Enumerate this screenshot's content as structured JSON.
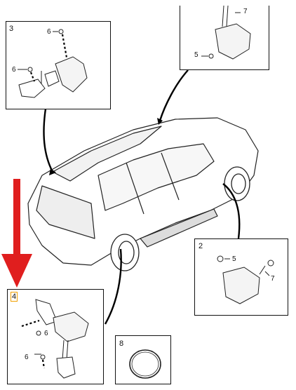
{
  "panels": {
    "p3": {
      "number": "3",
      "callouts": [
        "6",
        "6"
      ]
    },
    "p7": {
      "number": "",
      "callouts": [
        "7",
        "5"
      ]
    },
    "p2": {
      "number": "2",
      "callouts": [
        "5",
        "7"
      ]
    },
    "p4": {
      "number": "4",
      "callouts": [
        "6",
        "6"
      ]
    },
    "p8": {
      "number": "8",
      "callouts": []
    }
  },
  "colors": {
    "arrow": "#e01e1e",
    "highlight": "#f0a000",
    "line": "#111111"
  }
}
